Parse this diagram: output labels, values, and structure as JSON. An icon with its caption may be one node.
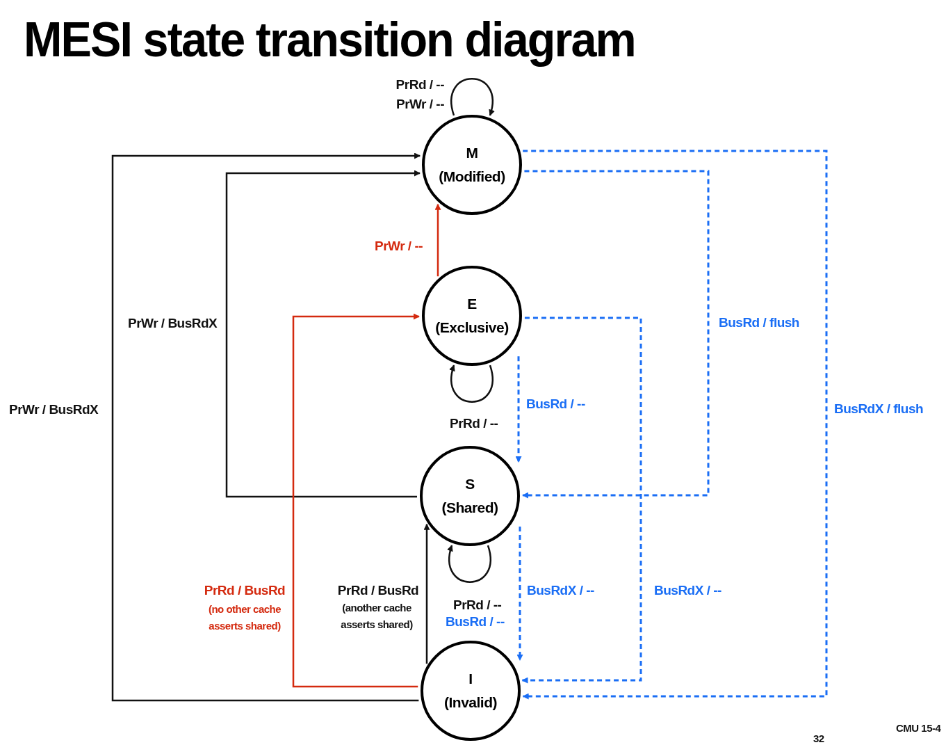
{
  "diagram": {
    "title": "MESI state transition diagram",
    "nodes": [
      {
        "text": [
          "M",
          "(Modified)"
        ]
      },
      {
        "text": [
          "E",
          "(Exclusive)"
        ]
      },
      {
        "text": [
          "S",
          "(Shared)"
        ]
      },
      {
        "text": [
          "I",
          "(Invalid)"
        ]
      }
    ],
    "edges": [
      {
        "from": 0,
        "to": 0,
        "arrow": "to",
        "label": "PrRd / -- PrWr / --"
      },
      {
        "from": 1,
        "to": 0,
        "arrow": "to",
        "label": "PrWr / --",
        "color": "#d42a0f"
      },
      {
        "from": 3,
        "to": 0,
        "arrow": "to",
        "label": "PrWr / BusRdX"
      },
      {
        "from": 2,
        "to": 0,
        "arrow": "to",
        "label": "PrWr / BusRdX"
      },
      {
        "from": 3,
        "to": 1,
        "arrow": "to",
        "label": "PrRd / BusRd",
        "color": "#d42a0f"
      },
      {
        "from": 3,
        "to": 2,
        "arrow": "to",
        "label": "PrRd / BusRd"
      },
      {
        "from": 1,
        "to": 1,
        "arrow": "to",
        "label": "PrRd / --"
      },
      {
        "from": 1,
        "to": 2,
        "arrow": "to",
        "label": "BusRd / --",
        "style": "dashed",
        "color": "#1a6ef5"
      },
      {
        "from": 2,
        "to": 2,
        "arrow": "to",
        "label": "PrRd / --"
      },
      {
        "from": 2,
        "to": 3,
        "arrow": "to",
        "label": "BusRdX / --",
        "style": "dashed",
        "color": "#1a6ef5"
      },
      {
        "from": 0,
        "to": 2,
        "arrow": "to",
        "label": "BusRd / flush",
        "style": "dashed",
        "color": "#1a6ef5"
      },
      {
        "from": 1,
        "to": 3,
        "arrow": "to",
        "label": "BusRdX / --",
        "style": "dashed",
        "color": "#1a6ef5"
      },
      {
        "from": 0,
        "to": 3,
        "arrow": "to",
        "label": "BusRdX / flush",
        "style": "dashed",
        "color": "#1a6ef5"
      }
    ],
    "labels": [
      "(no other cache asserts shared)",
      "(another cache asserts shared)",
      "BusRd / --",
      "32",
      "CMU 15-4"
    ]
  }
}
